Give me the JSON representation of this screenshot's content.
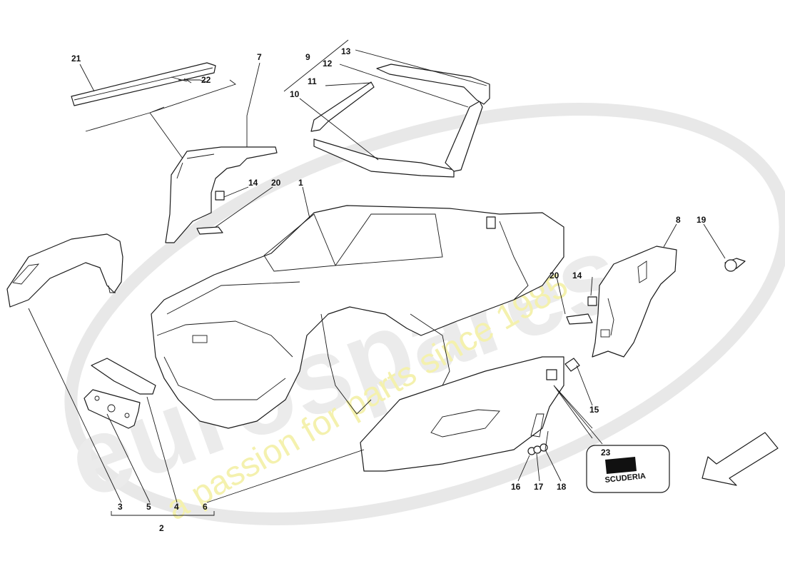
{
  "diagram": {
    "watermark": {
      "brand_text": "eurospares",
      "tagline": "a passion for parts since 1985"
    },
    "callouts": [
      {
        "id": "c1",
        "label": "1"
      },
      {
        "id": "c2",
        "label": "2"
      },
      {
        "id": "c3",
        "label": "3"
      },
      {
        "id": "c4",
        "label": "4"
      },
      {
        "id": "c5",
        "label": "5"
      },
      {
        "id": "c6",
        "label": "6"
      },
      {
        "id": "c7",
        "label": "7"
      },
      {
        "id": "c8",
        "label": "8"
      },
      {
        "id": "c9",
        "label": "9"
      },
      {
        "id": "c10",
        "label": "10"
      },
      {
        "id": "c11",
        "label": "11"
      },
      {
        "id": "c12",
        "label": "12"
      },
      {
        "id": "c13",
        "label": "13"
      },
      {
        "id": "c14a",
        "label": "14"
      },
      {
        "id": "c14b",
        "label": "14"
      },
      {
        "id": "c15",
        "label": "15"
      },
      {
        "id": "c16",
        "label": "16"
      },
      {
        "id": "c17",
        "label": "17"
      },
      {
        "id": "c18",
        "label": "18"
      },
      {
        "id": "c19",
        "label": "19"
      },
      {
        "id": "c20a",
        "label": "20"
      },
      {
        "id": "c20b",
        "label": "20"
      },
      {
        "id": "c21",
        "label": "21"
      },
      {
        "id": "c22",
        "label": "22"
      },
      {
        "id": "c23",
        "label": "23"
      }
    ],
    "badge_text": "SCUDERIA"
  }
}
